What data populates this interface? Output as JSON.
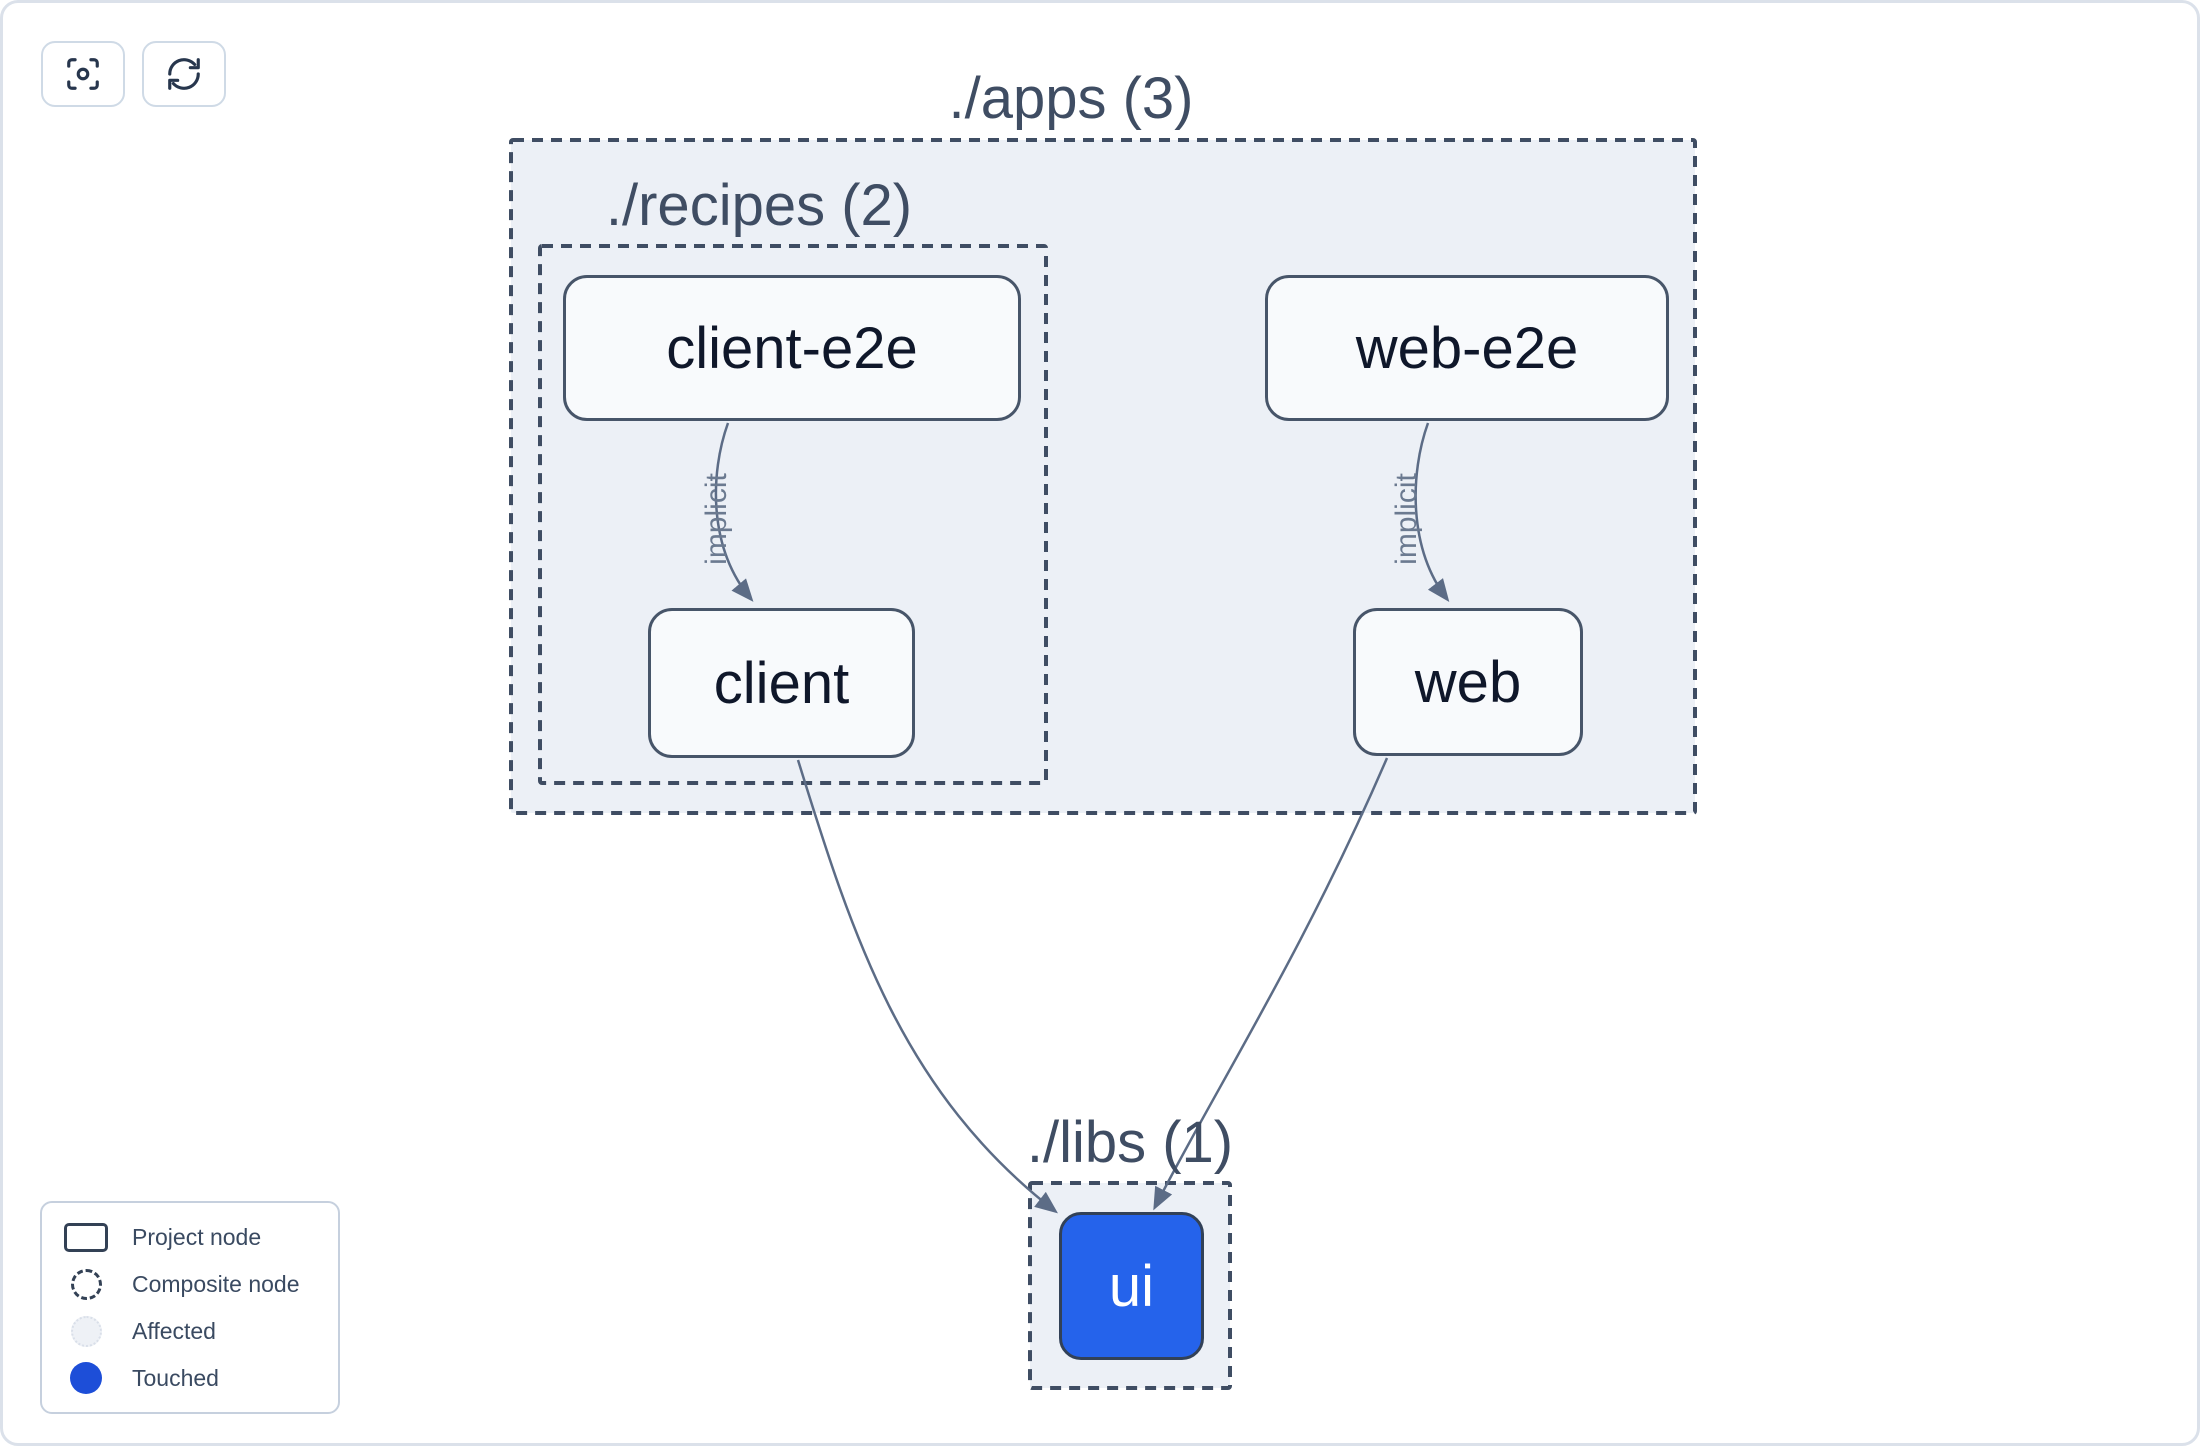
{
  "toolbar": {
    "buttons": [
      {
        "name": "focus",
        "icon": "focus-icon"
      },
      {
        "name": "refresh",
        "icon": "refresh-icon"
      }
    ]
  },
  "graph": {
    "composites": [
      {
        "id": "apps",
        "label": "./apps (3)"
      },
      {
        "id": "recipes",
        "label": "./recipes (2)"
      },
      {
        "id": "libs",
        "label": "./libs (1)"
      }
    ],
    "nodes": [
      {
        "id": "client-e2e",
        "label": "client-e2e",
        "state": "default"
      },
      {
        "id": "web-e2e",
        "label": "web-e2e",
        "state": "default"
      },
      {
        "id": "client",
        "label": "client",
        "state": "default"
      },
      {
        "id": "web",
        "label": "web",
        "state": "default"
      },
      {
        "id": "ui",
        "label": "ui",
        "state": "touched"
      }
    ],
    "edges": [
      {
        "from": "client-e2e",
        "to": "client",
        "type": "implicit",
        "label": "implicit"
      },
      {
        "from": "web-e2e",
        "to": "web",
        "type": "implicit",
        "label": "implicit"
      },
      {
        "from": "client",
        "to": "ui",
        "type": "static",
        "label": ""
      },
      {
        "from": "web",
        "to": "ui",
        "type": "static",
        "label": ""
      }
    ]
  },
  "legend": {
    "items": [
      {
        "label": "Project node",
        "swatch": "project"
      },
      {
        "label": "Composite node",
        "swatch": "composite"
      },
      {
        "label": "Affected",
        "swatch": "affected"
      },
      {
        "label": "Touched",
        "swatch": "touched"
      }
    ]
  },
  "colors": {
    "touched_node_blue": "#2563eb",
    "legend_touched_blue": "#1d4ed8",
    "composite_fill": "#ecf0f6",
    "outline_slate": "#3f4d63",
    "edge_slate": "#5c6c86",
    "node_text": "#0f172a"
  }
}
